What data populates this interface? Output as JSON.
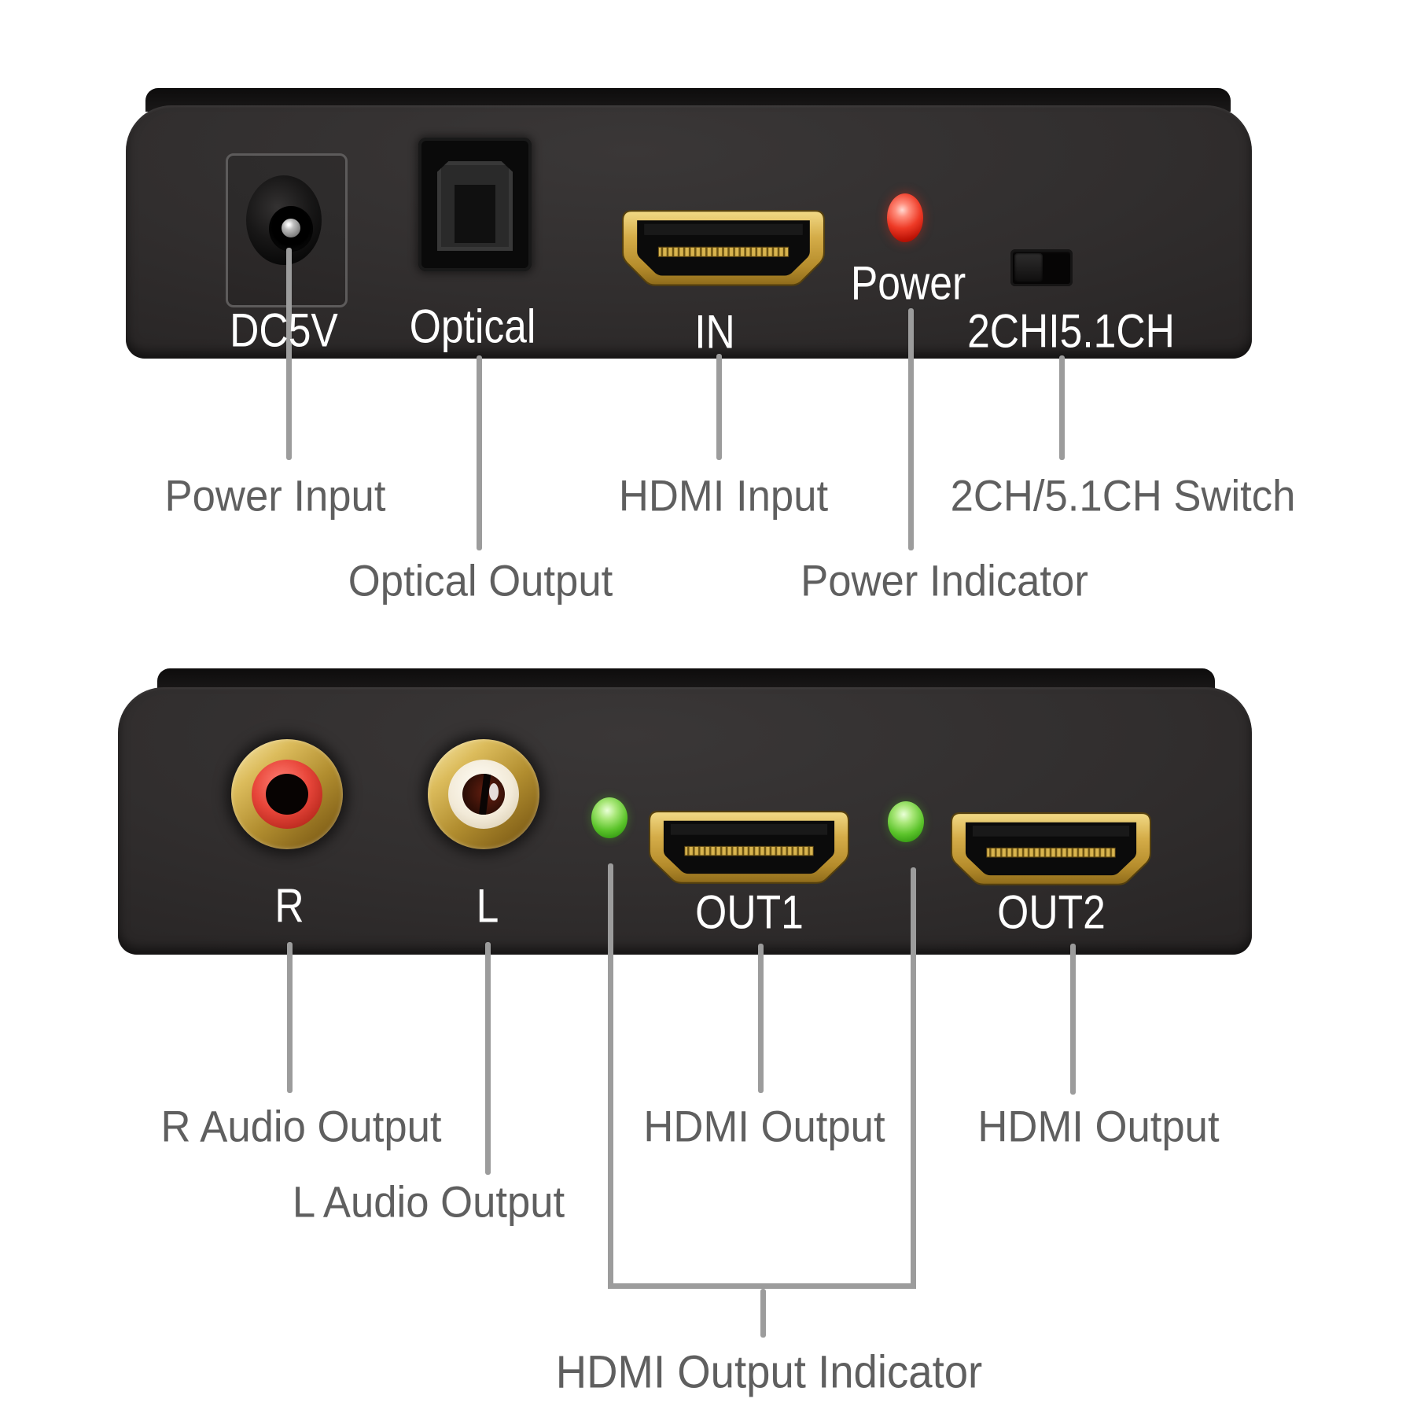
{
  "diagram_title": "HDMI audio extractor port callout diagram",
  "panels": {
    "back": {
      "port_labels": {
        "dc": "DC5V",
        "optical": "Optical",
        "hdmi_in": "IN",
        "power": "Power",
        "channel_switch": "2CHI5.1CH"
      },
      "callouts": {
        "power_input": "Power Input",
        "optical_output": "Optical Output",
        "hdmi_input": "HDMI Input",
        "power_indicator": "Power Indicator",
        "channel_switch": "2CH/5.1CH Switch"
      }
    },
    "front": {
      "port_labels": {
        "rca_r": "R",
        "rca_l": "L",
        "hdmi_out1": "OUT1",
        "hdmi_out2": "OUT2"
      },
      "callouts": {
        "r_audio_output": "R Audio Output",
        "l_audio_output": "L Audio Output",
        "hdmi_output_1": "HDMI Output",
        "hdmi_output_2": "HDMI Output",
        "hdmi_output_indicator": "HDMI Output Indicator"
      }
    }
  },
  "colors": {
    "background": "#ffffff",
    "device_body": "#2e2b2b",
    "leader_line": "#9c9c9c",
    "callout_text": "#5f5f5f",
    "port_label_text": "#ffffff",
    "hdmi_gold": "#cda43e",
    "power_led": "#d62512",
    "output_led": "#4db32a",
    "rca_right_ring": "#e04238",
    "rca_left_ring": "#f3eee1"
  }
}
